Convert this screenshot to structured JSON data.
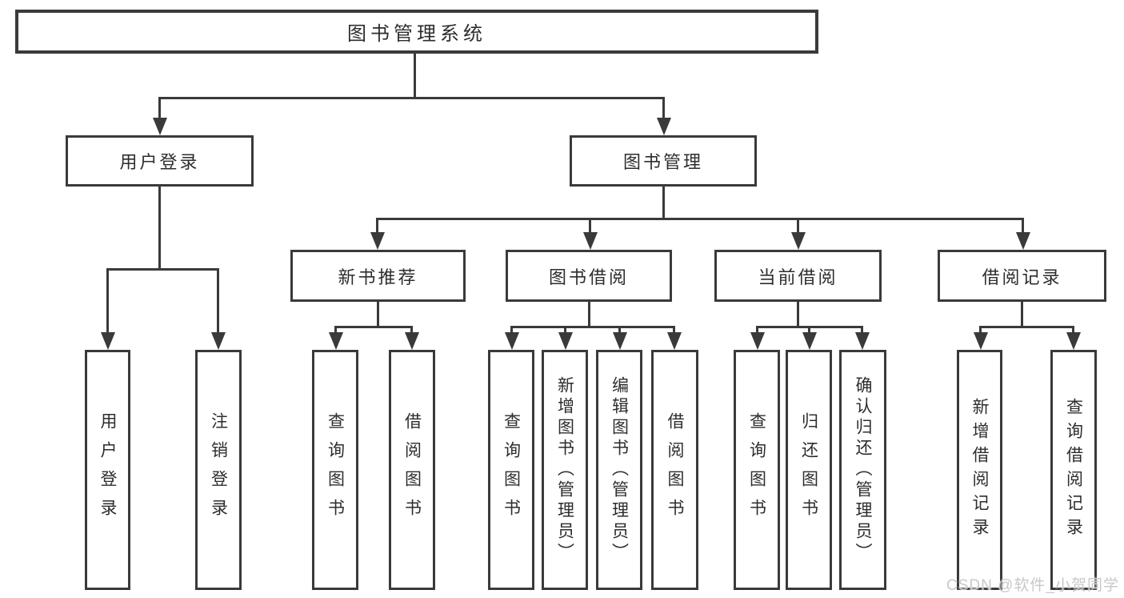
{
  "diagram_type": "functional-structure-tree",
  "tree": {
    "label": "图书管理系统",
    "children": [
      {
        "label": "用户登录",
        "children": [
          {
            "label": "用户登录"
          },
          {
            "label": "注销登录"
          }
        ]
      },
      {
        "label": "图书管理",
        "children": [
          {
            "label": "新书推荐",
            "children": [
              {
                "label": "查询图书"
              },
              {
                "label": "借阅图书"
              }
            ]
          },
          {
            "label": "图书借阅",
            "children": [
              {
                "label": "查询图书"
              },
              {
                "label": "新增图书（管理员）"
              },
              {
                "label": "编辑图书（管理员）"
              },
              {
                "label": "借阅图书"
              }
            ]
          },
          {
            "label": "当前借阅",
            "children": [
              {
                "label": "查询图书"
              },
              {
                "label": "归还图书"
              },
              {
                "label": "确认归还（管理员）"
              }
            ]
          },
          {
            "label": "借阅记录",
            "children": [
              {
                "label": "新增借阅记录"
              },
              {
                "label": "查询借阅记录"
              }
            ]
          }
        ]
      }
    ]
  },
  "watermark": "CSDN @软件_小贺同学",
  "colors": {
    "line": "#3a3a3a",
    "text": "#2d2d2d",
    "background": "#ffffff",
    "watermark": "#c8c8c8"
  }
}
